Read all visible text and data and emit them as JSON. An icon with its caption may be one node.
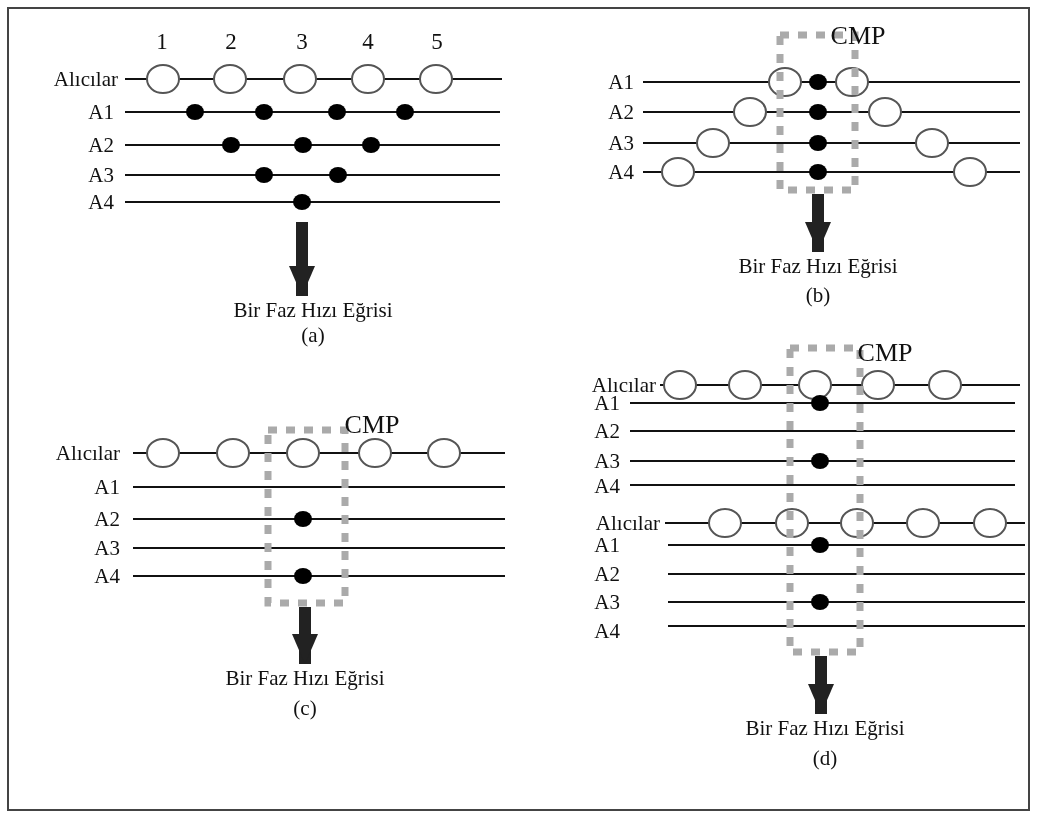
{
  "diagram": {
    "nodes": [
      {
        "text": [
          "Bir Faz Hızı Eğrisi"
        ],
        "beside": [
          "(a)"
        ]
      },
      {
        "text": [],
        "shape": "box"
      },
      {
        "text": [
          "Bir Faz Hızı Eğrisi"
        ],
        "beside": [
          "(b)"
        ]
      },
      {
        "text": [],
        "shape": "box"
      },
      {
        "text": [
          "Bir Faz Hızı Eğrisi"
        ],
        "beside": [
          "(c)"
        ]
      },
      {
        "text": [],
        "shape": "box"
      },
      {
        "text": [
          "Bir Faz Hızı Eğrisi"
        ],
        "beside": [
          "(d)"
        ]
      }
    ],
    "edges": [
      {
        "from": null,
        "to": 0,
        "arrow": "to"
      },
      {
        "from": 1,
        "to": 2,
        "arrow": "to"
      },
      {
        "from": 3,
        "to": 4,
        "arrow": "to"
      },
      {
        "from": 5,
        "to": 6,
        "arrow": "to"
      }
    ],
    "labels": [
      "1",
      "2",
      "3",
      "4",
      "5",
      "Alıcılar",
      "A1",
      "A2",
      "A3",
      "A4",
      "CMP",
      "A1",
      "A2",
      "A3",
      "A4",
      "CMP",
      "Alıcılar",
      "A1",
      "A2",
      "A3",
      "A4",
      "CMP",
      "Alıcılar",
      "A1",
      "A2",
      "A3",
      "A4",
      "Alıcılar",
      "A1",
      "A2",
      "A3",
      "A4"
    ]
  }
}
